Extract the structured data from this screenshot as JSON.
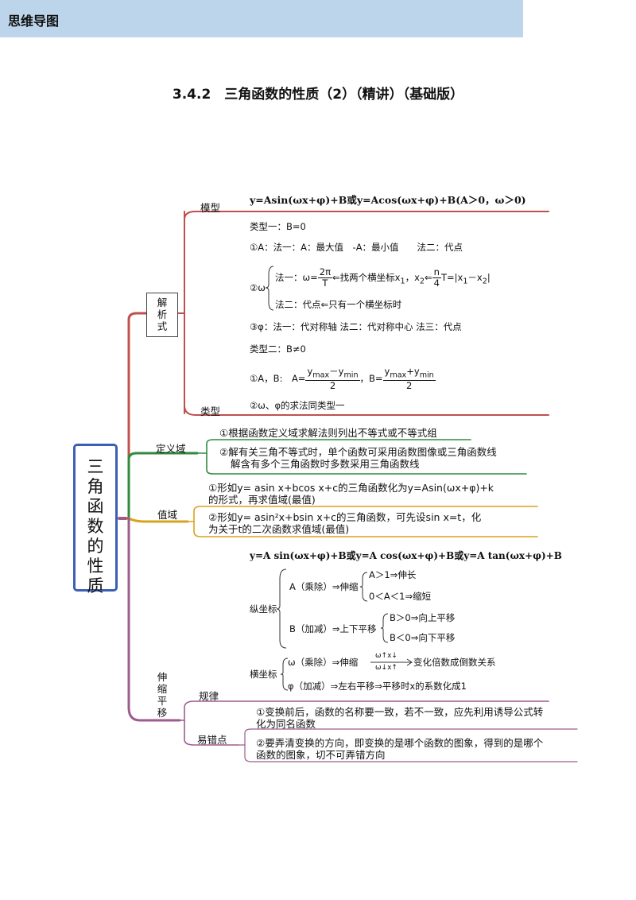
{
  "page": {
    "title": "3.4.2　三角函数的性质（2）（精讲）（基础版）",
    "banner": "思维导图"
  },
  "root": {
    "chars": [
      "三",
      "角",
      "函",
      "数",
      "的",
      "性",
      "质"
    ]
  },
  "jiexishi": {
    "label_chars": [
      "解",
      "析",
      "式"
    ],
    "model_label": "模型",
    "model_formula": "y=Asin(ωx+φ)+B或y=Acos(ωx+φ)+B(A＞0，ω＞0)",
    "type_label": "类型",
    "type1": {
      "header": "类型一：B=0",
      "a_line": "①A：法一：A：最大值　-A：最小值　　法二：代点",
      "w_prefix": "②ω",
      "w_method1_a": "法一：ω=",
      "w_frac_num": "2π",
      "w_frac_den": "T",
      "w_method1_b": "⇐找两个横坐标x",
      "w_method1_c": "，x",
      "w_method1_d": "⇐",
      "w_frac2_num": "n",
      "w_frac2_den": "4",
      "w_method1_e": "T=|x",
      "w_method1_f": "－x",
      "w_method1_g": "|",
      "sub1": "1",
      "sub2": "2",
      "w_method2": "法二：代点⇐只有一个横坐标时",
      "phi_line": "③φ：法一：代对称轴 法二：代对称中心 法三：代点"
    },
    "type2": {
      "header": "类型二：B≠0",
      "ab_prefix": "①A，B:　A=",
      "f1_num_a": "y",
      "f1_num_sub1": "max",
      "f1_num_b": "－y",
      "f1_num_sub2": "min",
      "f1_den": "2",
      "mid": "，B=",
      "f2_num_a": "y",
      "f2_num_sub1": "max",
      "f2_num_b": "+y",
      "f2_num_sub2": "min",
      "f2_den": "2",
      "w_phi": "②ω、φ的求法同类型一"
    }
  },
  "dingyiyu": {
    "label": "定义域",
    "item1": "①根据函数定义域求解法则列出不等式或不等式组",
    "item2_l1": "②解有关三角不等式时，单个函数可采用函数图像或三角函数线",
    "item2_l2": "解含有多个三角函数时多数采用三角函数线"
  },
  "zhiyu": {
    "label": "值域",
    "item1_l1": "①形如y= asin x+bcos x+c的三角函数化为y=Asin(ωx+φ)+k",
    "item1_l2": "的形式，再求值域(最值)",
    "item2_l1": "②形如y= asin²x+bsin x+c的三角函数，可先设sin x=t，化",
    "item2_l2": "为关于t的二次函数求值域(最值)"
  },
  "shensuo": {
    "label_chars": [
      "伸",
      "缩",
      "平",
      "移"
    ],
    "rule_label": "规律",
    "error_label": "易错点",
    "formula": "y=A sin(ωx+φ)+B或y=A cos(ωx+φ)+B或y=A tan(ωx+φ)+B",
    "zong_label": "纵坐标",
    "a_op": "A（乘除）⇒伸缩",
    "a_case1": "A＞1⇒伸长",
    "a_case2": "0＜A＜1⇒缩短",
    "b_op": "B（加减）⇒上下平移",
    "b_case1": "B＞0⇒向上平移",
    "b_case2": "B＜0⇒向下平移",
    "heng_label": "横坐标",
    "w_op": "ω（乘除）⇒伸缩",
    "w_arrow_top": "ω↑x↓",
    "w_arrow_bottom": "ω↓x↑",
    "w_result": "变化倍数成倒数关系",
    "phi_op": "φ（加减）⇒左右平移⇒平移时x的系数化成1",
    "err1_l1": "①变换前后，函数的名称要一致，若不一致，应先利用诱导公式转",
    "err1_l2": "化为同名函数",
    "err2_l1": "②要弄清变换的方向，即变换的是哪个函数的图象，得到的是哪个",
    "err2_l2": "函数的图象，切不可弄错方向"
  },
  "colors": {
    "root_border": "#3c5fb5",
    "jiexishi_branch": "#c0504d",
    "dingyiyu_branch": "#2e8b3e",
    "zhiyu_branch": "#d9a21b",
    "shensuo_branch": "#9c5c8f",
    "banner": "#bcd5ea"
  }
}
